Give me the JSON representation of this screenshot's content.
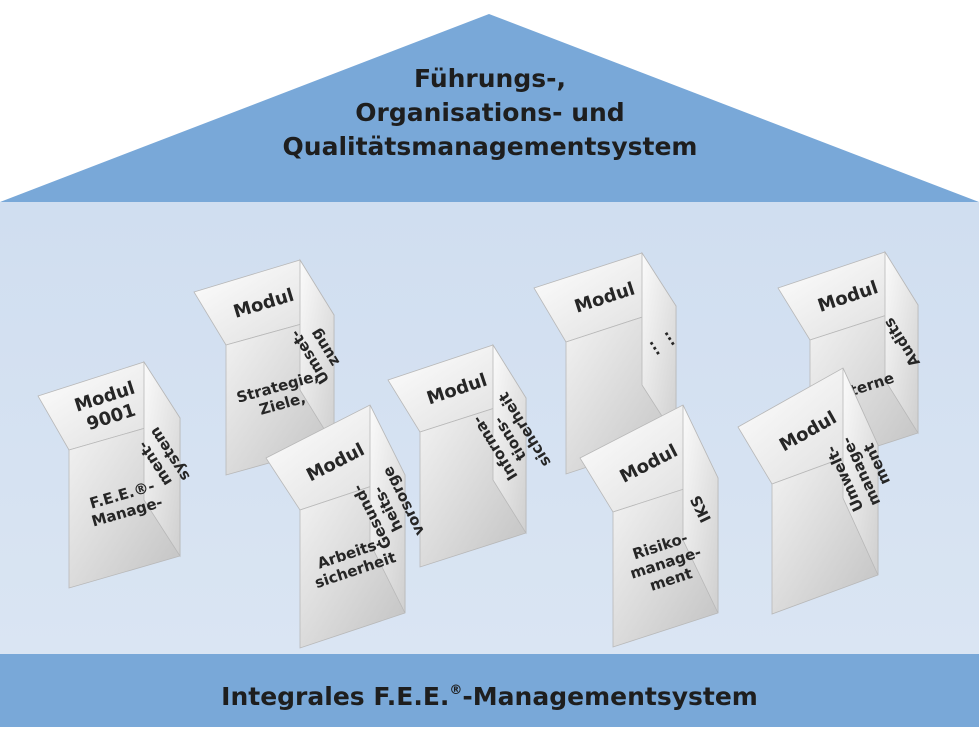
{
  "colors": {
    "roof": "#79a8d8",
    "base": "#79a8d8",
    "wall": "#d4e0f0"
  },
  "roof": {
    "title_lines": [
      "Führungs-,",
      "Organisations- und",
      "Qualitätsmanagementsystem"
    ]
  },
  "base": {
    "title_pre": "Integrales F.E.E.",
    "title_sup": "®",
    "title_post": "-Managementsystem"
  },
  "cubes": [
    {
      "id": "strategie",
      "top": [
        "Modul"
      ],
      "left": [
        "Strategie,",
        "Ziele,"
      ],
      "right": [
        "Umset-",
        "zung"
      ]
    },
    {
      "id": "dots",
      "top": [
        "Modul"
      ],
      "left": [],
      "right": [
        "...",
        "..."
      ]
    },
    {
      "id": "audits",
      "top": [
        "Modul"
      ],
      "left": [
        "Interne"
      ],
      "right": [
        "Audits"
      ]
    },
    {
      "id": "info",
      "top": [
        "Modul"
      ],
      "left": [],
      "right": [
        "Informa-",
        "tions-",
        "sicherheit"
      ]
    },
    {
      "id": "iso9001",
      "top": [
        "Modul",
        "9001"
      ],
      "left": [
        "F.E.E.®-",
        "Manage-"
      ],
      "right": [
        "ment-",
        "system"
      ]
    },
    {
      "id": "arbeit",
      "top": [
        "Modul"
      ],
      "left": [
        "Arbeits-",
        "sicherheit"
      ],
      "right": [
        "Gesund-",
        "heits-",
        "vorsorge"
      ]
    },
    {
      "id": "risiko",
      "top": [
        "Modul"
      ],
      "left": [
        "Risiko-",
        "manage-",
        "ment"
      ],
      "right": [
        "IKS"
      ]
    },
    {
      "id": "umwelt",
      "top": [
        "Modul"
      ],
      "left": [],
      "right": [
        "Umwelt-",
        "manage-",
        "ment"
      ]
    }
  ]
}
